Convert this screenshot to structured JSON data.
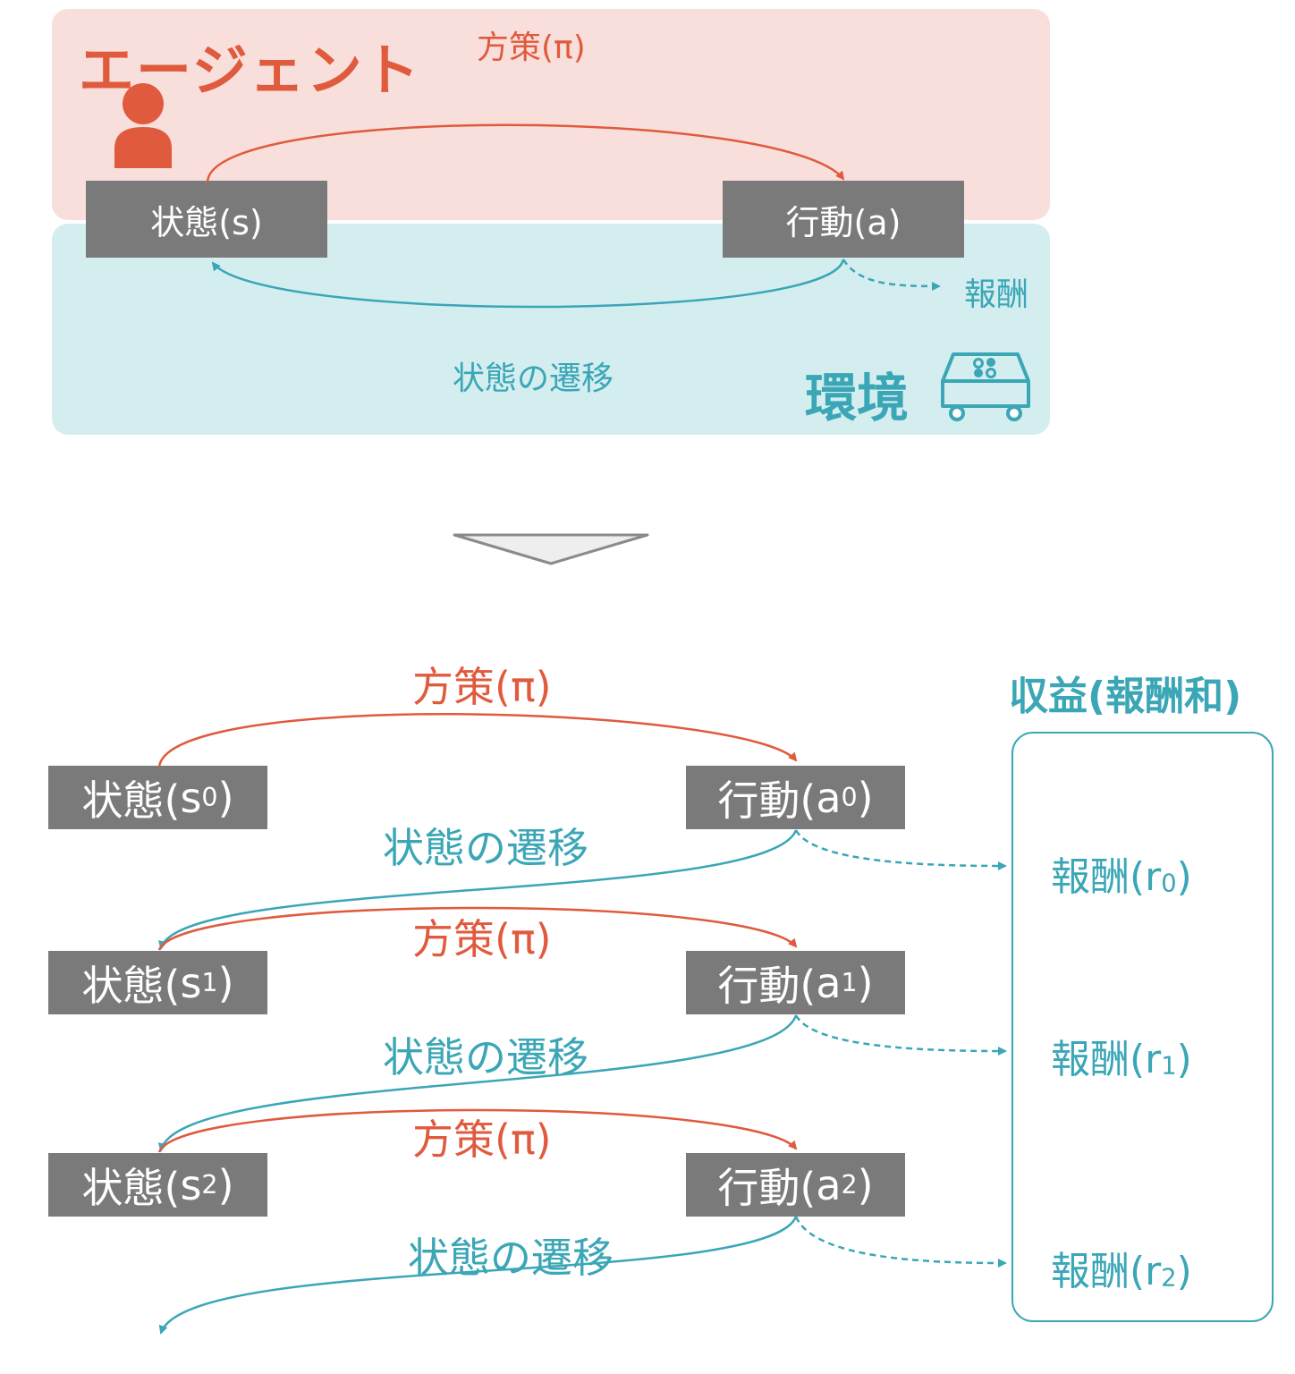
{
  "top": {
    "agent_title": "エージェント",
    "environment_title": "環境",
    "state_box": "状態(s)",
    "action_box": "行動(a)",
    "policy_label": "方策(π)",
    "transition_label": "状態の遷移",
    "reward_label": "報酬",
    "icons": [
      "person-icon",
      "environment-machine-icon"
    ]
  },
  "bottom": {
    "steps": [
      {
        "state": "状態(",
        "state_sub": "s",
        "state_idx": "0",
        "action": "行動(",
        "action_sub": "a",
        "action_idx": "0",
        "policy": "方策(π)",
        "transition": "状態の遷移",
        "reward": "報酬(",
        "reward_sub": "r",
        "reward_idx": "0"
      },
      {
        "state": "状態(",
        "state_sub": "s",
        "state_idx": "1",
        "action": "行動(",
        "action_sub": "a",
        "action_idx": "1",
        "policy": "方策(π)",
        "transition": "状態の遷移",
        "reward": "報酬(",
        "reward_sub": "r",
        "reward_idx": "1"
      },
      {
        "state": "状態(",
        "state_sub": "s",
        "state_idx": "2",
        "action": "行動(",
        "action_sub": "a",
        "action_idx": "2",
        "policy": "方策(π)",
        "transition": "状態の遷移",
        "reward": "報酬(",
        "reward_sub": "r",
        "reward_idx": "2"
      }
    ],
    "return_title": "収益(報酬和)",
    "close_paren": ")"
  },
  "colors": {
    "orange": "#e05a3d",
    "teal": "#3aa6b6",
    "box_gray": "#7a7a7a",
    "agent_bg": "#f9dfdb",
    "env_bg": "#d4eef0"
  }
}
